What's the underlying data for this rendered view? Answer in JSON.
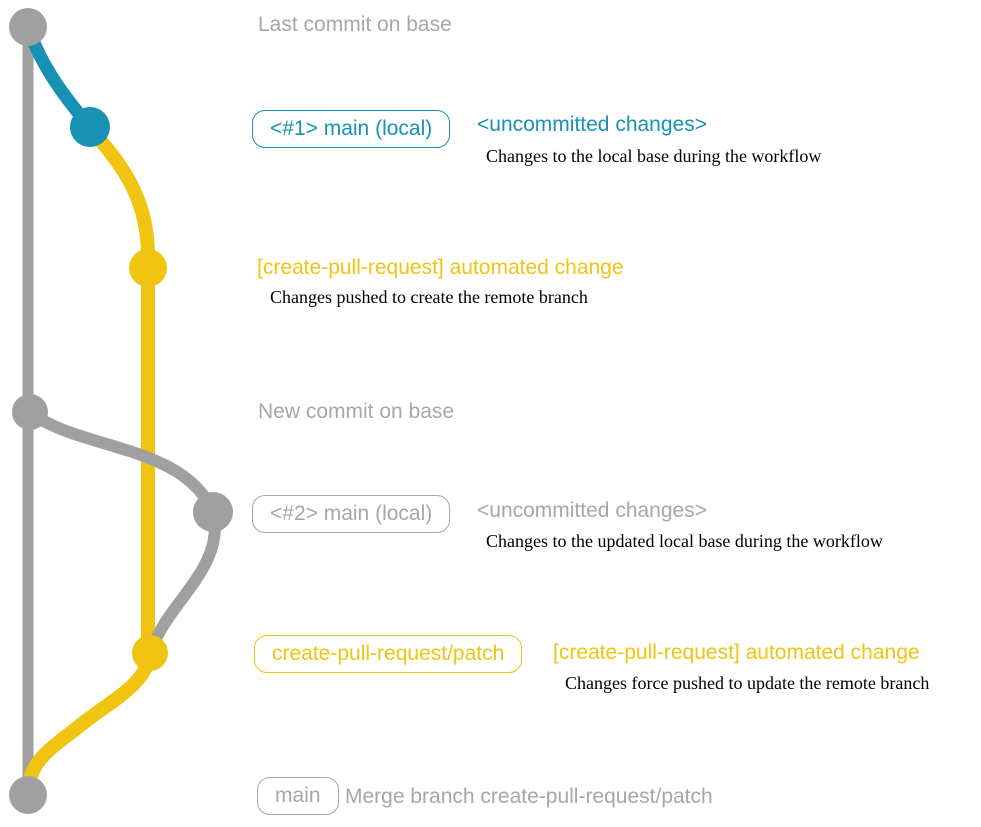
{
  "colors": {
    "teal": "#1792B5",
    "yellow": "#F0C411",
    "gray": "#A0A0A0",
    "gray_text": "#A7A7A7",
    "black": "#000000"
  },
  "rows": {
    "last_commit": {
      "label": "Last commit on base"
    },
    "branch_point_1": {
      "badge": "<#1> main (local)",
      "note": "<uncommitted changes>",
      "caption": "Changes to the local base during the workflow"
    },
    "automated_change_1": {
      "note": "[create-pull-request] automated change",
      "caption": "Changes pushed to create the remote branch"
    },
    "new_commit": {
      "label": "New commit on base"
    },
    "branch_point_2": {
      "badge": "<#2> main (local)",
      "note": "<uncommitted changes>",
      "caption": "Changes to the updated local base during the workflow"
    },
    "patch_branch": {
      "badge": "create-pull-request/patch",
      "note": "[create-pull-request] automated change",
      "caption": "Changes force pushed to update the remote branch"
    },
    "merge_commit": {
      "badge": "main",
      "label": "Merge branch create-pull-request/patch"
    }
  }
}
